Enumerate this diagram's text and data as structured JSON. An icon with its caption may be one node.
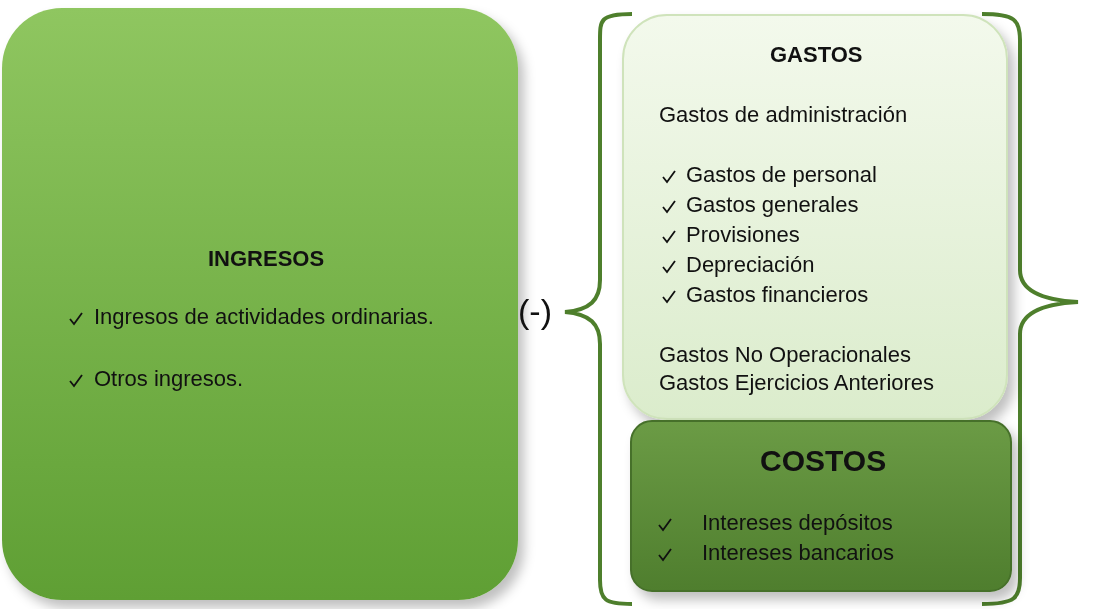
{
  "diagram": {
    "nodes": [
      {
        "text": [
          "INGRESOS",
          "Ingresos de actividades ordinarias.",
          "Otros ingresos."
        ]
      },
      {
        "text": [
          "GASTOS",
          "Gastos de administración",
          "Gastos de personal",
          "Gastos generales",
          "Provisiones",
          "Depreciación",
          "Gastos financieros",
          "Gastos No Operacionales",
          "Gastos Ejercicios Anteriores"
        ]
      },
      {
        "text": [
          "COSTOS",
          "Intereses depósitos",
          "Intereses bancarios"
        ]
      }
    ],
    "edges": [],
    "labels": [
      "(-)"
    ]
  }
}
